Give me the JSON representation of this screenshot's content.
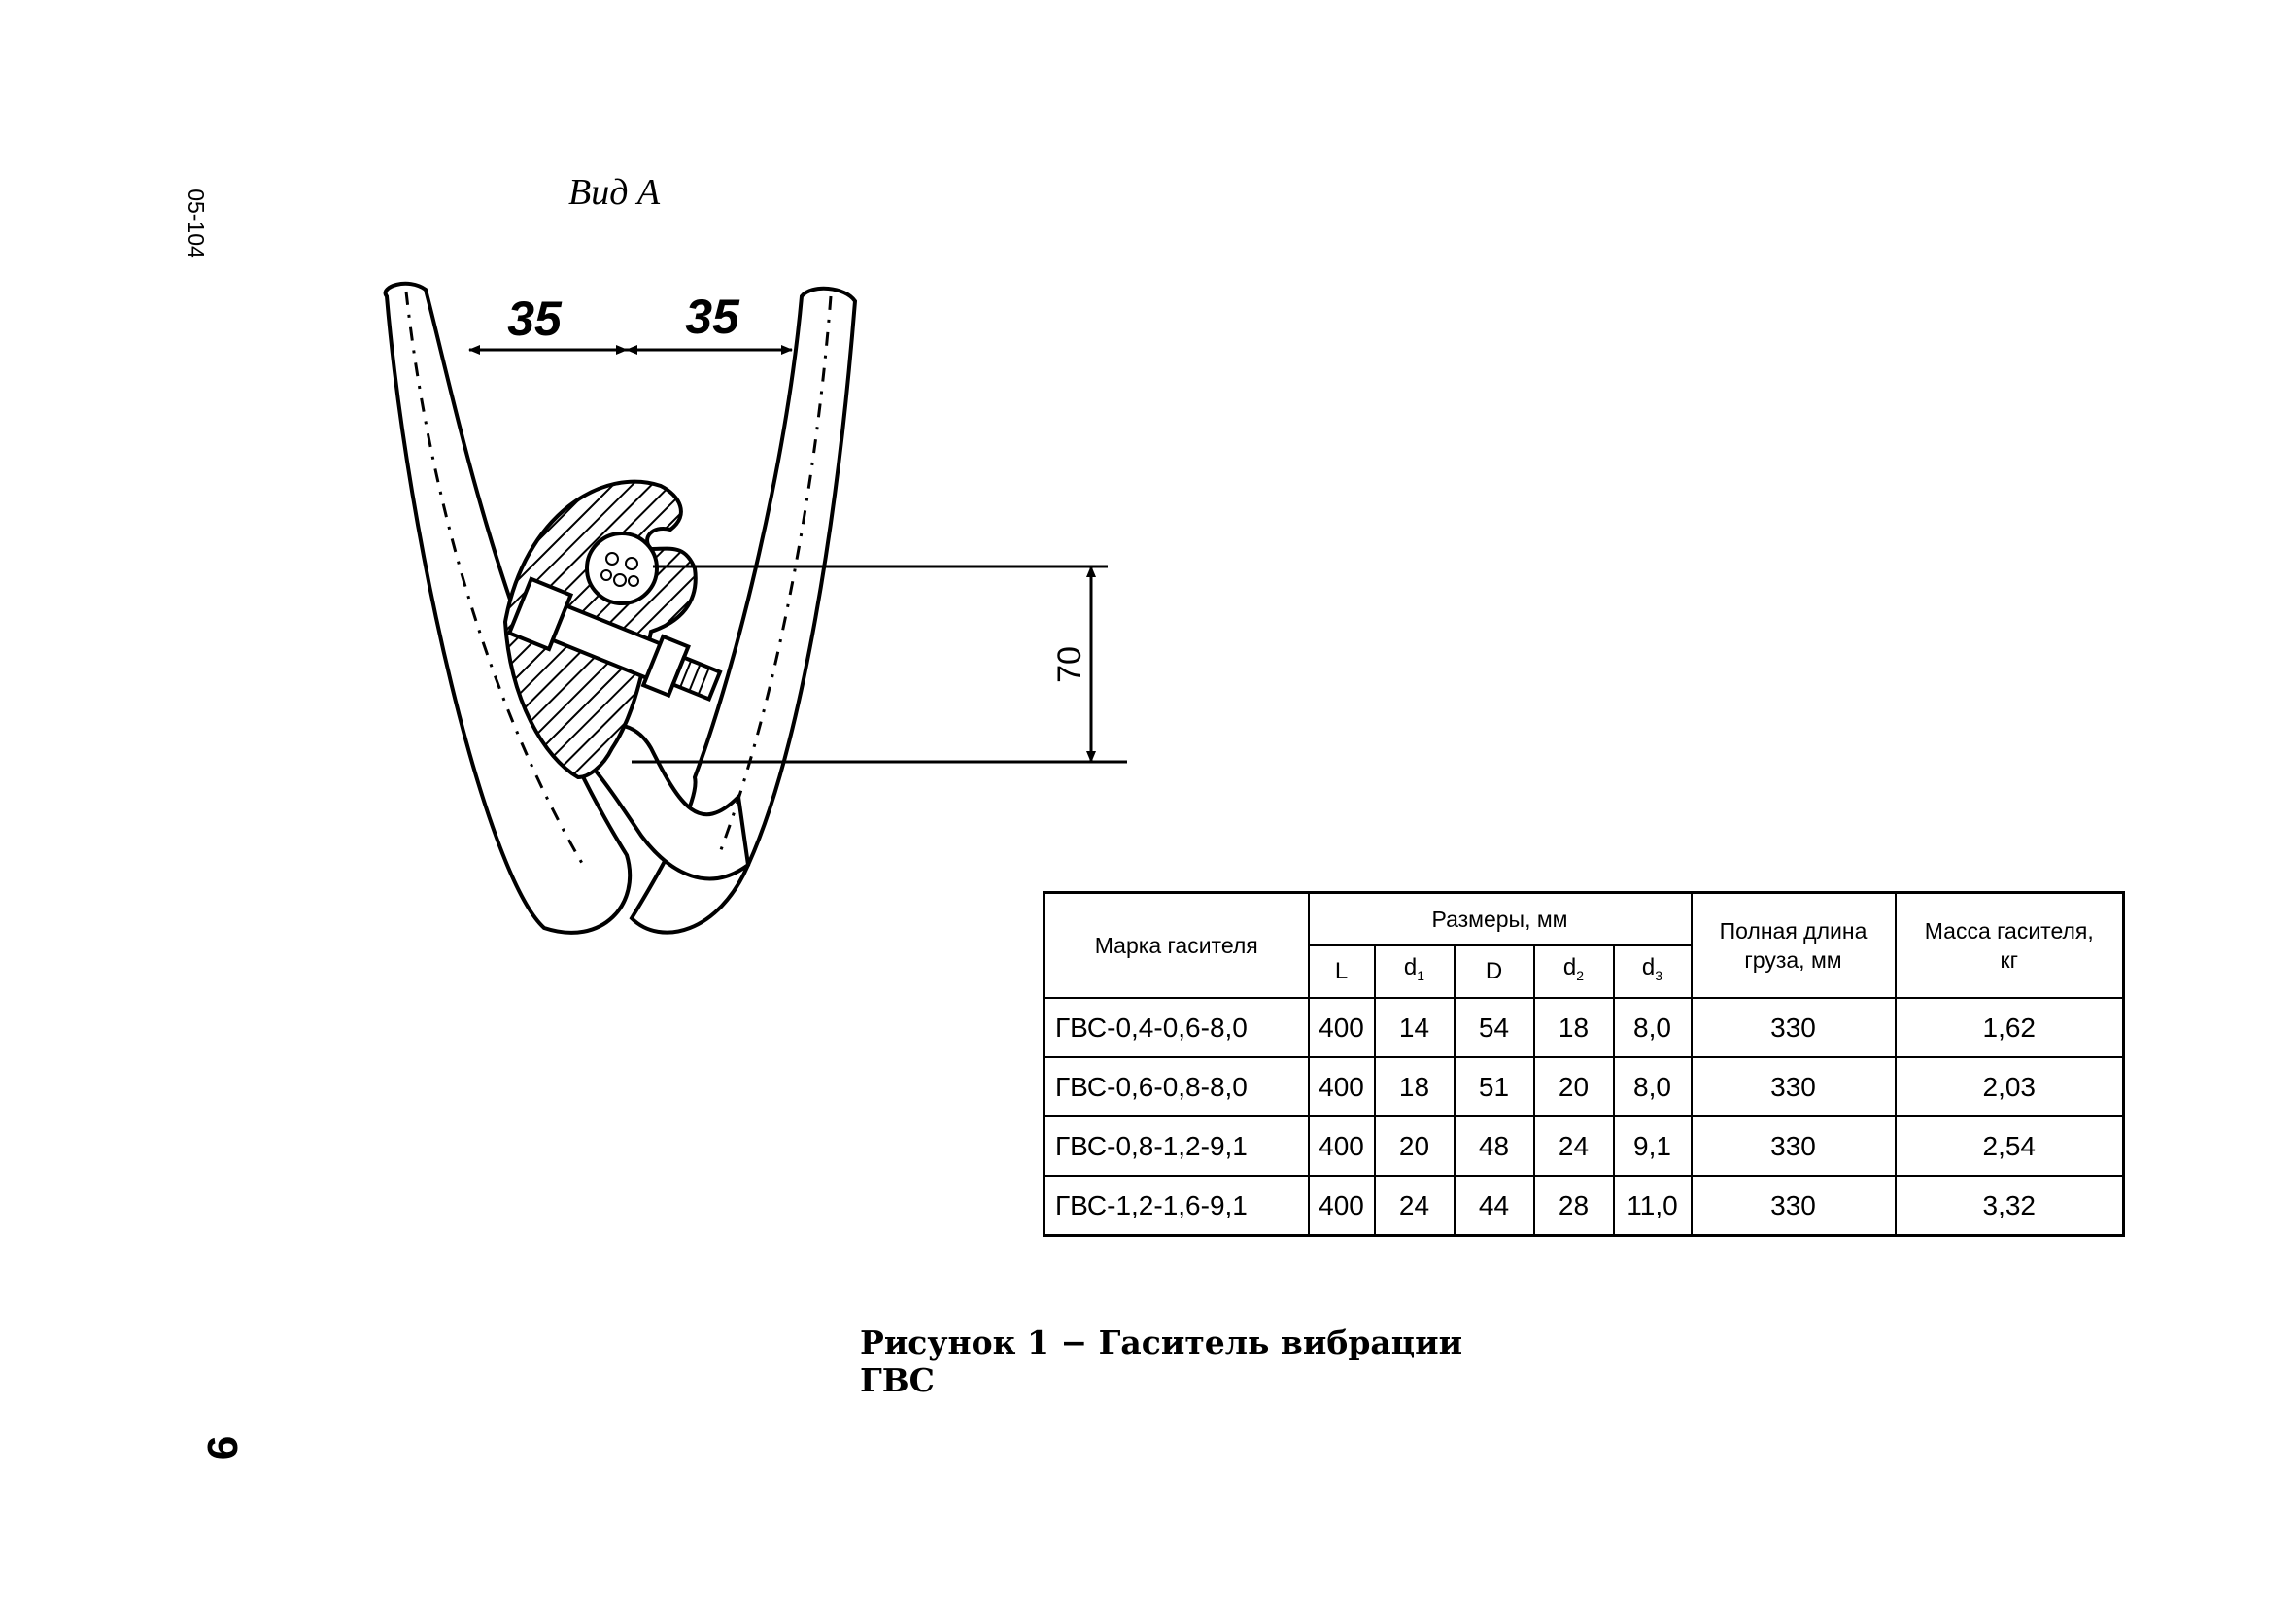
{
  "page": {
    "side_code": "05-104",
    "page_number": "9",
    "view_label": "Вид А",
    "caption": "Рисунок 1 − Гаситель вибрации ГВС"
  },
  "drawing": {
    "dimension_left": "35",
    "dimension_right": "35",
    "dimension_vertical": "70"
  },
  "table": {
    "headers": {
      "mark": "Марка гасителя",
      "dimensions_group": "Размеры, мм",
      "length": "Полная длина груза, мм",
      "mass": "Масса гасителя, кг"
    },
    "sub_headers": [
      "L",
      "d1",
      "D",
      "d2",
      "d3"
    ],
    "rows": [
      {
        "mark": "ГВС-0,4-0,6-8,0",
        "L": "400",
        "d1": "14",
        "D": "54",
        "d2": "18",
        "d3": "8,0",
        "length": "330",
        "mass": "1,62"
      },
      {
        "mark": "ГВС-0,6-0,8-8,0",
        "L": "400",
        "d1": "18",
        "D": "51",
        "d2": "20",
        "d3": "8,0",
        "length": "330",
        "mass": "2,03"
      },
      {
        "mark": "ГВС-0,8-1,2-9,1",
        "L": "400",
        "d1": "20",
        "D": "48",
        "d2": "24",
        "d3": "9,1",
        "length": "330",
        "mass": "2,54"
      },
      {
        "mark": "ГВС-1,2-1,6-9,1",
        "L": "400",
        "d1": "24",
        "D": "44",
        "d2": "28",
        "d3": "11,0",
        "length": "330",
        "mass": "3,32"
      }
    ]
  }
}
